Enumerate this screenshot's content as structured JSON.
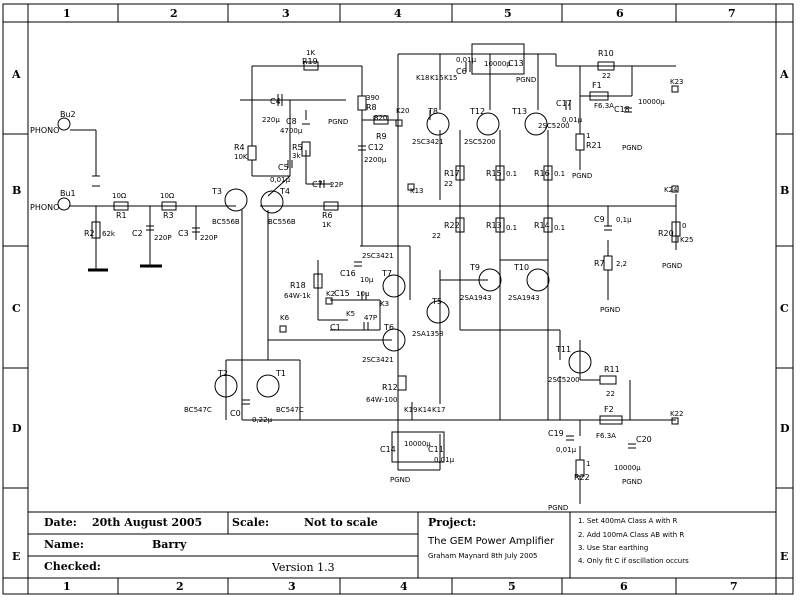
{
  "frame": {
    "columns": [
      "1",
      "2",
      "3",
      "4",
      "5",
      "6",
      "7"
    ],
    "rows": [
      "A",
      "B",
      "C",
      "D",
      "E"
    ]
  },
  "title_block": {
    "date_label": "Date:",
    "date_value": "20th August 2005",
    "scale_label": "Scale:",
    "scale_value": "Not to scale",
    "name_label": "Name:",
    "name_value": "Barry",
    "checked_label": "Checked:",
    "version": "Version 1.3",
    "project_label": "Project:",
    "project_name": "The GEM Power Amplifier",
    "author": "Graham Maynard 8th July 2005",
    "notes": [
      "1. Set 400mA Class A with R",
      "2. Add 100mA Class AB with R",
      "3. Use Star earthing",
      "4. Only fit C if oscillation occurs"
    ]
  },
  "labels": {
    "bu2": "Bu2",
    "phono2": "PHONO",
    "bu1": "Bu1",
    "phono1": "PHONO",
    "r1": "R1",
    "r1v": "10Ω",
    "r3": "R3",
    "r3v": "10Ω",
    "r2": "R2",
    "r2v": "62k",
    "c2": "C2",
    "c2v": "220P",
    "c3": "C3",
    "c3v": "220P",
    "t3": "T3",
    "t3t": "BC556B",
    "t4": "T4",
    "t4t": "BC556B",
    "r19": "R19",
    "r19v": "1K",
    "r4": "R4",
    "r4v": "10K",
    "c4": "C4",
    "c4v": "220μ",
    "c8": "C8",
    "c8v": "4700μ",
    "c5": "C5",
    "c5v": "0,01μ",
    "r5": "R5",
    "r5v": "3k",
    "c7": "C7",
    "c7v": "22P",
    "r6": "R6",
    "r6v": "1K",
    "r8": "R8",
    "r8v": "390",
    "r9": "R9",
    "r9v": "820",
    "c12": "C12",
    "c12v": "2200μ",
    "pgnd": "PGND",
    "k18": "K18",
    "k16": "K16",
    "k15": "K15",
    "k20": "K20",
    "k13": "K13",
    "t8": "T8",
    "t8t": "2SC3421",
    "t12": "T12",
    "t12t": "2SC5200",
    "t13": "T13",
    "t13t": "2SC5200",
    "c6": "C6",
    "c6v": "0,01μ",
    "c13": "C13",
    "c13v": "10000μ",
    "r10": "R10",
    "r10v": "22",
    "f1": "F1",
    "f1v": "F6.3A",
    "c17": "C17",
    "c17v": "0,01μ",
    "c18": "C18",
    "c18v": "10000μ",
    "k23": "K23",
    "r21": "R21",
    "r21v": "1",
    "r15": "R15",
    "r15v": "0.1",
    "r16": "R16",
    "r16v": "0.1",
    "r17": "R17",
    "r17v": "22",
    "r13": "R13",
    "r13v": "0.1",
    "r14": "R14",
    "r14v": "0.1",
    "r22b": "R22",
    "r22v": "22",
    "k24": "K24",
    "c9": "C9",
    "c9v": "0,1μ",
    "r20": "R20",
    "r20v": "0",
    "k25": "K25",
    "r7": "R7",
    "r7v": "2,2",
    "r18": "R18",
    "r18v": "64W-1k",
    "c16": "C16",
    "c16v": "10μ",
    "c15": "C15",
    "c15v": "10μ",
    "k2": "K2",
    "k5": "K5",
    "k3": "K3",
    "t7": "T7",
    "t7t": "2SC3421",
    "t5": "T5",
    "t5t": "2SA1358",
    "c1": "C1",
    "c1v": "47P",
    "t6": "T6",
    "t6t": "2SC3421",
    "k6": "K6",
    "t9": "T9",
    "t9t": "2SA1943",
    "t10": "T10",
    "t10t": "2SA1943",
    "t11": "T11",
    "t11t": "2SC5200",
    "t2": "T2",
    "t2t": "BC547C",
    "t1": "T1",
    "t1t": "BC547C",
    "c0": "C0",
    "c0v": "0,22μ",
    "r12": "R12",
    "r12v": "64W-100",
    "k19": "K19",
    "k14": "K14",
    "k17": "K17",
    "c14": "C14",
    "c14v": "10000μ",
    "c11": "C11",
    "c11v": "0,01μ",
    "r11": "R11",
    "r11v": "22",
    "f2": "F2",
    "f2v": "F6.3A",
    "c19": "C19",
    "c19v": "0,01μ",
    "c20": "C20",
    "c20v": "10000μ",
    "k22": "K22",
    "r22": "R22",
    "r22r": "1"
  }
}
